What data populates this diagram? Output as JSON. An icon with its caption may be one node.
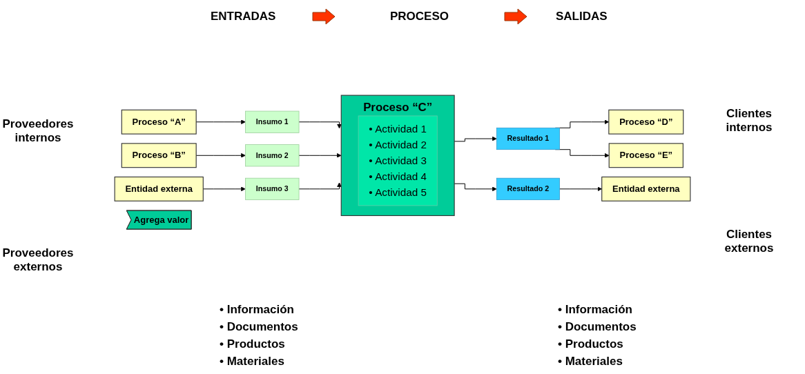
{
  "diagram": {
    "nodes": [
      {
        "text": [
          "Proceso “A”"
        ]
      },
      {
        "text": [
          "Insumo 1"
        ]
      },
      {
        "text": [
          "Proceso “B”"
        ]
      },
      {
        "text": [
          "Insumo 2"
        ]
      },
      {
        "text": [
          "Entidad externa"
        ]
      },
      {
        "text": [
          "Insumo 3"
        ]
      },
      {
        "text": [
          "Proceso “C”"
        ]
      },
      {
        "text": [
          "• Actividad 1",
          "• Actividad 2",
          "• Actividad 3",
          "• Actividad 4",
          "• Actividad 5"
        ],
        "in": 6
      },
      {
        "text": [
          "Resultado 1"
        ]
      },
      {
        "text": [
          "Proceso “D”"
        ]
      },
      {
        "text": [
          "Proceso “E”"
        ]
      },
      {
        "text": [
          "Resultado 2"
        ]
      },
      {
        "text": [
          "Entidad externa"
        ]
      },
      {
        "text": [
          "Agrega valor"
        ]
      }
    ],
    "edges": [
      {
        "from": 0,
        "to": 1,
        "arrow": "to"
      },
      {
        "from": 2,
        "to": 3,
        "arrow": "to"
      },
      {
        "from": 4,
        "to": 5,
        "arrow": "to"
      },
      {
        "from": 1,
        "to": 6,
        "arrow": "to"
      },
      {
        "from": 3,
        "to": 6,
        "arrow": "to"
      },
      {
        "from": 5,
        "to": 6,
        "arrow": "to"
      },
      {
        "from": 6,
        "to": 8,
        "arrow": "to"
      },
      {
        "from": 6,
        "to": 11,
        "arrow": "to"
      },
      {
        "from": 8,
        "to": 9,
        "arrow": "to"
      },
      {
        "from": 8,
        "to": 10,
        "arrow": "to"
      },
      {
        "from": 11,
        "to": 12,
        "arrow": "to"
      }
    ],
    "labels": [
      "ENTRADAS",
      "PROCESO",
      "SALIDAS",
      "Proveedores internos",
      "Clientes internos",
      "Proveedores externos",
      "Clientes externos",
      "• Información",
      "• Documentos",
      "• Productos",
      "• Materiales",
      "• Información",
      "• Documentos",
      "• Productos",
      "• Materiales"
    ]
  }
}
